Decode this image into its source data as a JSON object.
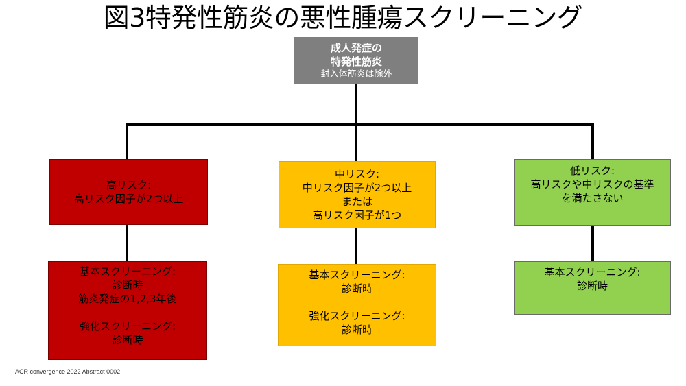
{
  "title": "図3特発性筋炎の悪性腫瘍スクリーニング",
  "colors": {
    "root": "#7f7f7f",
    "high": "#c00000",
    "mid": "#ffc000",
    "low": "#92d050",
    "connector": "#000000"
  },
  "root": {
    "line1": "成人発症の",
    "line2": "特発性筋炎",
    "note": "封入体筋炎は除外"
  },
  "high": {
    "risk": {
      "line1": "高リスク:",
      "line2": "高リスク因子が2つ以上"
    },
    "screening": {
      "basic_label": "基本スクリーニング:",
      "basic_timing1": "診断時",
      "basic_timing2": "筋炎発症の1,2,3年後",
      "enhanced_label": "強化スクリーニング:",
      "enhanced_timing": "診断時"
    }
  },
  "mid": {
    "risk": {
      "line1": "中リスク:",
      "line2": "中リスク因子が2つ以上",
      "line3": "または",
      "line4": "高リスク因子が1つ"
    },
    "screening": {
      "basic_label": "基本スクリーニング:",
      "basic_timing": "診断時",
      "enhanced_label": "強化スクリーニング:",
      "enhanced_timing": "診断時"
    }
  },
  "low": {
    "risk": {
      "line1": "低リスク:",
      "line2": "高リスクや中リスクの基準",
      "line3": "を満たさない"
    },
    "screening": {
      "basic_label": "基本スクリーニング:",
      "basic_timing": "診断時"
    }
  },
  "footnote": "ACR convergence 2022 Abstract 0002"
}
